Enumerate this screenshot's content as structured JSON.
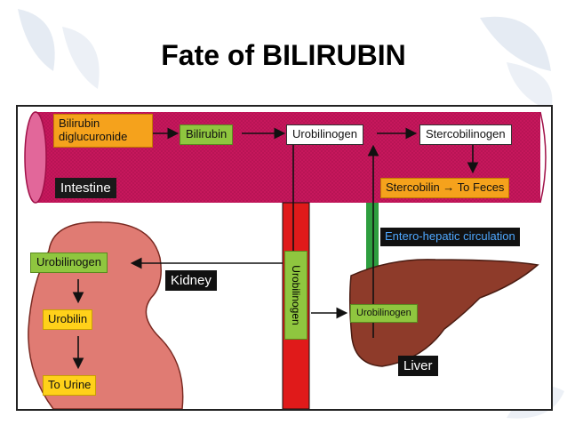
{
  "title": "Fate of BILIRUBIN",
  "diagram": {
    "intestine_label": "Intestine",
    "bilirubin_diglucuronide": "Bilirubin diglucuronide",
    "bilirubin": "Bilirubin",
    "urobilinogen_top": "Urobilinogen",
    "stercobilinogen": "Stercobilinogen",
    "stercobilin_feces": "Stercobilin → To Feces",
    "enterohepatic": "Entero-hepatic circulation",
    "kidney_label": "Kidney",
    "kidney_urobilinogen": "Urobilinogen",
    "urobilin": "Urobilin",
    "to_urine": "To Urine",
    "vertical_urobilinogen": "Urobilinogen",
    "liver_urobilinogen": "Urobilinogen",
    "liver_label": "Liver"
  },
  "colors": {
    "intestine": "#c2185b",
    "kidney": "#e07b73",
    "liver": "#8e3b2a",
    "vessel_red": "#e01a1a",
    "vessel_green": "#2e9e3f"
  }
}
